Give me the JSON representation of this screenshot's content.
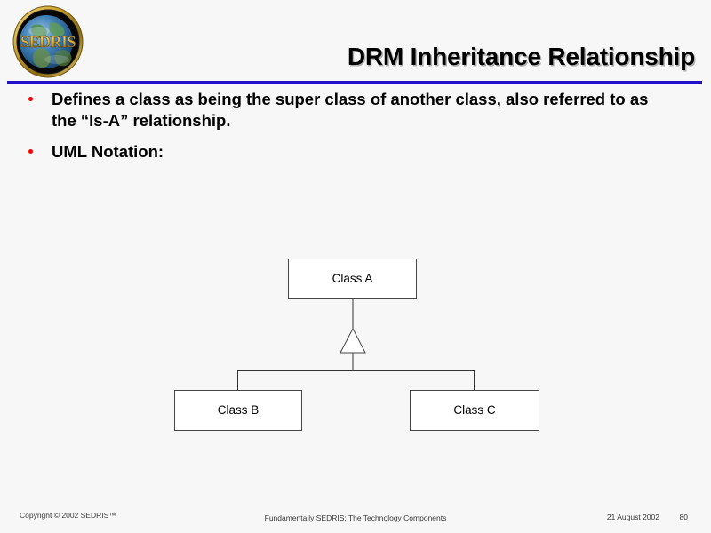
{
  "slide": {
    "background_color": "#f7f7f7",
    "accent_rule_color": "#2111c9",
    "bullet_color": "#ff0000"
  },
  "header": {
    "title": "DRM Inheritance Relationship",
    "logo": {
      "name": "sedris-globe-logo",
      "wordmark": "SEDRIS",
      "ring_color": "#d4ae36",
      "disc_color": "#0b0b0b"
    }
  },
  "body": {
    "bullets": [
      {
        "text": "Defines a class as being the super class of another class, also referred to as the “Is-A” relationship."
      },
      {
        "text": "UML Notation:"
      }
    ]
  },
  "diagram": {
    "type": "uml-class-inheritance",
    "line_color": "#333333",
    "box_fill": "#ffffff",
    "box_border": "#444444",
    "nodes": [
      {
        "id": "a",
        "label": "Class A",
        "role": "superclass"
      },
      {
        "id": "b",
        "label": "Class B",
        "role": "subclass"
      },
      {
        "id": "c",
        "label": "Class C",
        "role": "subclass"
      }
    ],
    "edges": [
      {
        "from": "b",
        "to": "a",
        "kind": "generalization"
      },
      {
        "from": "c",
        "to": "a",
        "kind": "generalization"
      }
    ],
    "arrowhead": "hollow-triangle"
  },
  "footer": {
    "copyright": "Copyright © 2002 SEDRIS™",
    "center": "Fundamentally SEDRIS: The Technology Components",
    "date": "21 August 2002",
    "page_number": "80"
  }
}
